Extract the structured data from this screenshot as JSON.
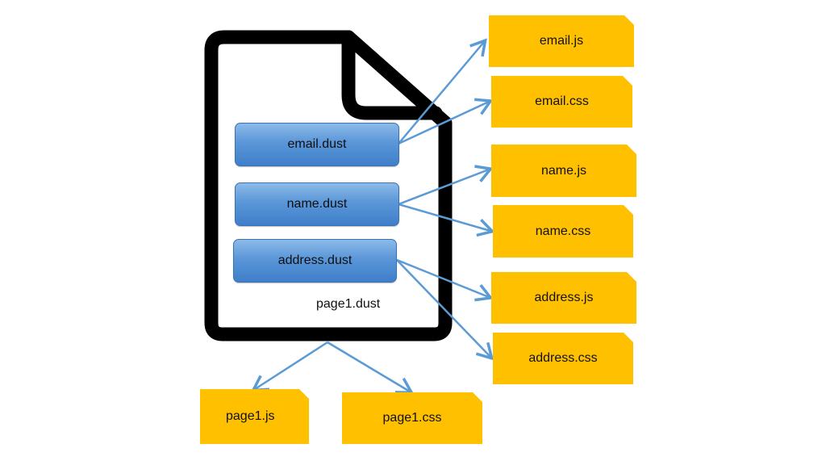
{
  "page_file": {
    "label": "page1.dust",
    "icon": "document-icon"
  },
  "modules": [
    {
      "id": "email",
      "label": "email.dust"
    },
    {
      "id": "name",
      "label": "name.dust"
    },
    {
      "id": "address",
      "label": "address.dust"
    }
  ],
  "assets": {
    "email_js": "email.js",
    "email_css": "email.css",
    "name_js": "name.js",
    "name_css": "name.css",
    "address_js": "address.js",
    "address_css": "address.css",
    "page_js": "page1.js",
    "page_css": "page1.css"
  },
  "colors": {
    "asset_fill": "#ffc000",
    "asset_border": "#b89a2a",
    "module_fill": "#5a96d8",
    "arrow": "#5b9bd5",
    "document_outline": "#000000"
  }
}
